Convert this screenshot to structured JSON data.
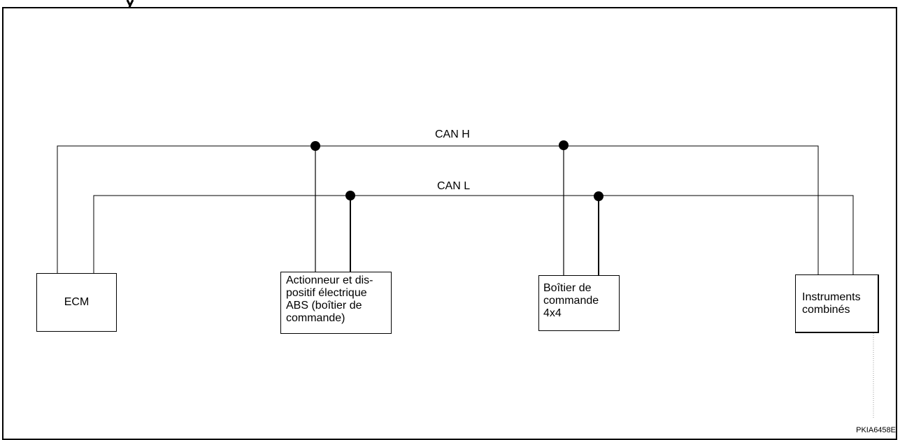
{
  "diagram": {
    "buses": {
      "can_h": "CAN H",
      "can_l": "CAN L"
    },
    "units": {
      "ecm": "ECM",
      "abs": "Actionneur et dis-\npositif électrique\nABS (boîtier de\ncommande)",
      "transfer": "Boîtier de\ncommande\n4x4",
      "meter": "Instruments\ncombinés"
    },
    "reference_code": "PKIA6458E"
  },
  "colors": {
    "line": "#000000",
    "background": "#ffffff"
  }
}
